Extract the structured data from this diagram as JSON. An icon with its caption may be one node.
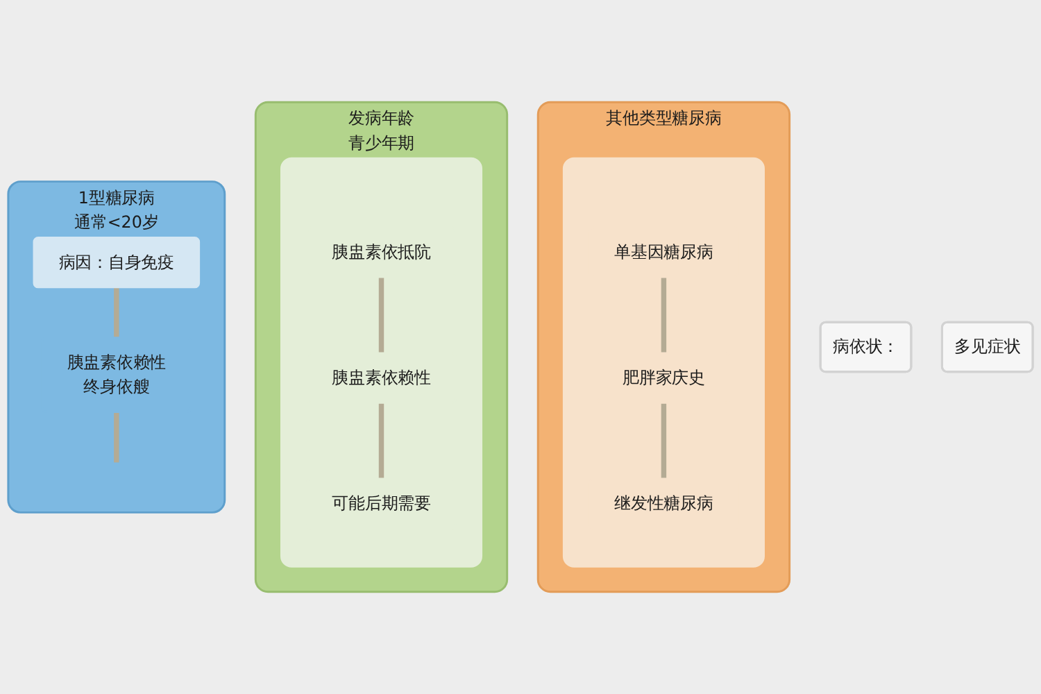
{
  "diagram": {
    "nodes": [
      {
        "text": [
          "1型糖尿病",
          "通常<20岁"
        ]
      },
      {
        "text": [
          "病因：自身免疫"
        ],
        "in": 0
      },
      {
        "text": [
          "胰盅素依赖性",
          "终身依艘"
        ],
        "in": 0
      },
      {
        "text": [
          "病依状："
        ]
      },
      {
        "text": [
          "多见症状"
        ]
      },
      {
        "text": [
          "发病年龄",
          "青少年期"
        ]
      },
      {
        "text": [],
        "shape": "box",
        "in": 5
      },
      {
        "text": [
          "胰盅素依抵阬"
        ],
        "in": 6
      },
      {
        "text": [
          "胰盅素依赖性"
        ],
        "in": 6
      },
      {
        "text": [
          "可能后期需要"
        ],
        "in": 6
      },
      {
        "text": [
          "其他类型糖尿病"
        ]
      },
      {
        "text": [],
        "shape": "box",
        "in": 10
      },
      {
        "text": [
          "单基因糖尿病"
        ],
        "in": 11
      },
      {
        "text": [
          "肥胖家庆史"
        ],
        "in": 11
      },
      {
        "text": [
          "继发性糖尿病"
        ],
        "in": 11
      }
    ],
    "edges": [
      {
        "from": 1,
        "to": 2,
        "arrow": "none"
      },
      {
        "from": 2,
        "to": null,
        "arrow": "none"
      },
      {
        "from": 7,
        "to": 8,
        "arrow": "none"
      },
      {
        "from": 8,
        "to": 9,
        "arrow": "none"
      },
      {
        "from": 12,
        "to": 13,
        "arrow": "none"
      },
      {
        "from": 13,
        "to": 14,
        "arrow": "none"
      }
    ]
  }
}
